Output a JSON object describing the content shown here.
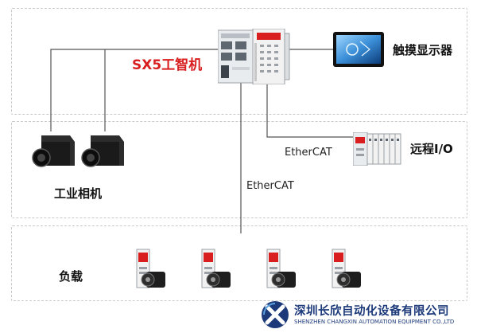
{
  "controller": {
    "label": "SX5工智机"
  },
  "display": {
    "label": "触摸显示器"
  },
  "remote_io": {
    "label": "远程I/O"
  },
  "camera": {
    "label": "工业相机"
  },
  "load": {
    "label": "负载"
  },
  "links": {
    "ethercat_io": "EtherCAT",
    "ethercat_load": "EtherCAT"
  },
  "company": {
    "name_cn": "深圳长欣自动化设备有限公司",
    "name_en": "SHENZHEN CHANGXIN AUTOMATION EQUIPMENT CO.,LTD"
  },
  "colors": {
    "accent_red": "#d81e1e",
    "brand_blue": "#1c3a7a",
    "wire": "#555555"
  }
}
